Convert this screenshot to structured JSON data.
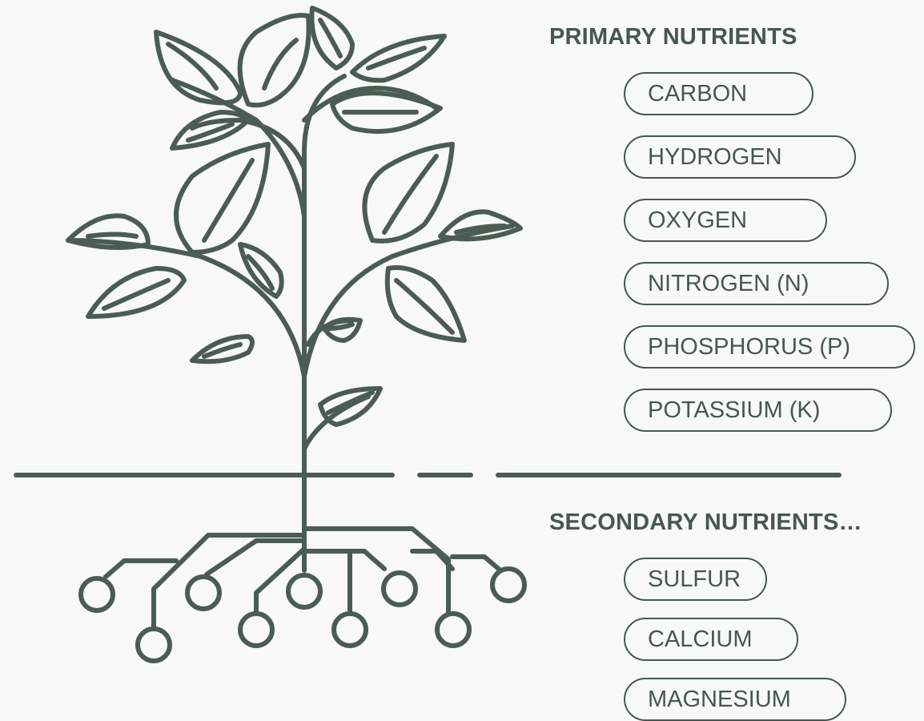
{
  "primary": {
    "heading": "PRIMARY NUTRIENTS",
    "items": [
      "CARBON",
      "HYDROGEN",
      "OXYGEN",
      "NITROGEN (N)",
      "PHOSPHORUS (P)",
      "POTASSIUM (K)"
    ]
  },
  "secondary": {
    "heading": "SECONDARY NUTRIENTS…",
    "items": [
      "SULFUR",
      "CALCIUM",
      "MAGNESIUM"
    ]
  },
  "colors": {
    "stroke": "#46574f",
    "background": "#f8f8f8"
  }
}
